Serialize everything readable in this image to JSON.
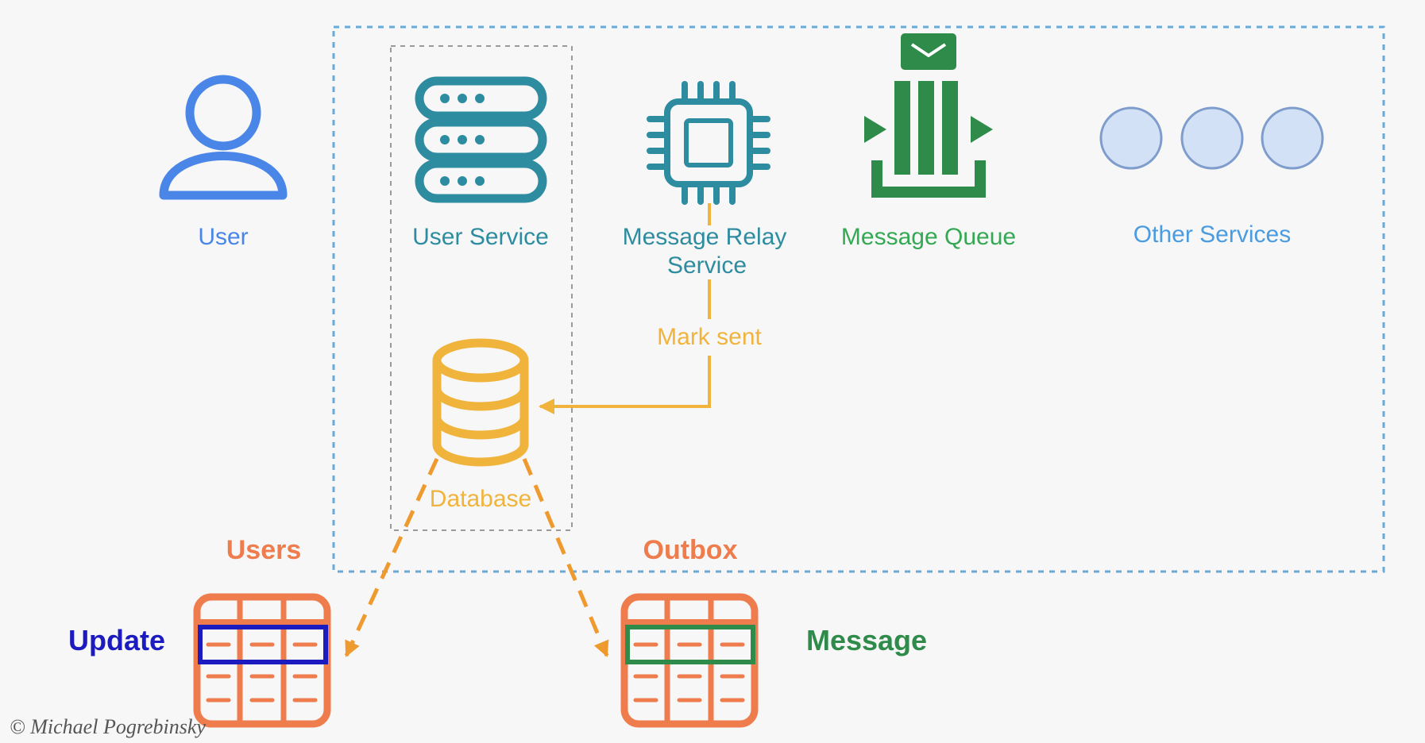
{
  "labels": {
    "user": "User",
    "user_service": "User Service",
    "relay_line1": "Message Relay",
    "relay_line2": "Service",
    "queue": "Message Queue",
    "other_services": "Other Services",
    "mark_sent": "Mark sent",
    "database": "Database",
    "users_table": "Users",
    "outbox_table": "Outbox",
    "update": "Update",
    "message": "Message",
    "copyright": "© Michael Pogrebinsky"
  },
  "icons": {
    "user": "person-icon",
    "user_service": "server-stack-icon",
    "relay": "cpu-chip-icon",
    "queue": "message-queue-icon",
    "database": "database-cylinder-icon",
    "users_table": "table-icon",
    "outbox_table": "table-icon"
  },
  "colors": {
    "background": "#f7f7f7",
    "user_blue": "#4a86e8",
    "teal": "#2e8ca0",
    "green": "#34a853",
    "queue_green": "#2e8b4a",
    "light_blue": "#4a9be0",
    "circle_fill": "#d2e1f5",
    "circle_stroke": "#7e9ccc",
    "amber": "#f0b43c",
    "orange": "#ee7c4c",
    "navy": "#1b1bbf",
    "boundary_blue": "#6aa9d8",
    "boundary_gray": "#9a9a9a",
    "copyright": "#555555"
  }
}
